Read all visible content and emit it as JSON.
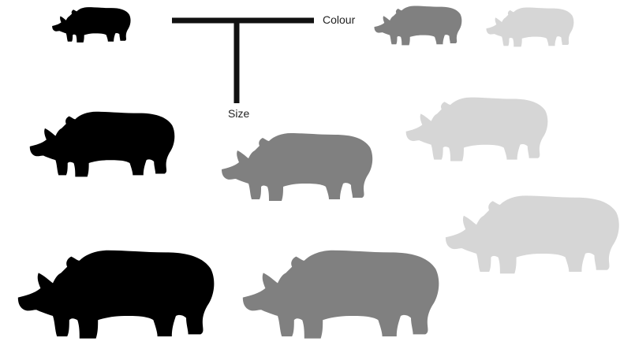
{
  "axes": {
    "horizontal_label": "Colour",
    "vertical_label": "Size"
  },
  "palette": {
    "black": "#000000",
    "gray": "#808080",
    "light_gray": "#d6d6d6",
    "axis": "#111111"
  },
  "rhinos": [
    {
      "colour": "black",
      "size": "small"
    },
    {
      "colour": "gray",
      "size": "small"
    },
    {
      "colour": "light_gray",
      "size": "small"
    },
    {
      "colour": "black",
      "size": "medium"
    },
    {
      "colour": "gray",
      "size": "medium"
    },
    {
      "colour": "light_gray",
      "size": "medium"
    },
    {
      "colour": "black",
      "size": "large"
    },
    {
      "colour": "gray",
      "size": "large"
    },
    {
      "colour": "light_gray",
      "size": "large"
    }
  ]
}
